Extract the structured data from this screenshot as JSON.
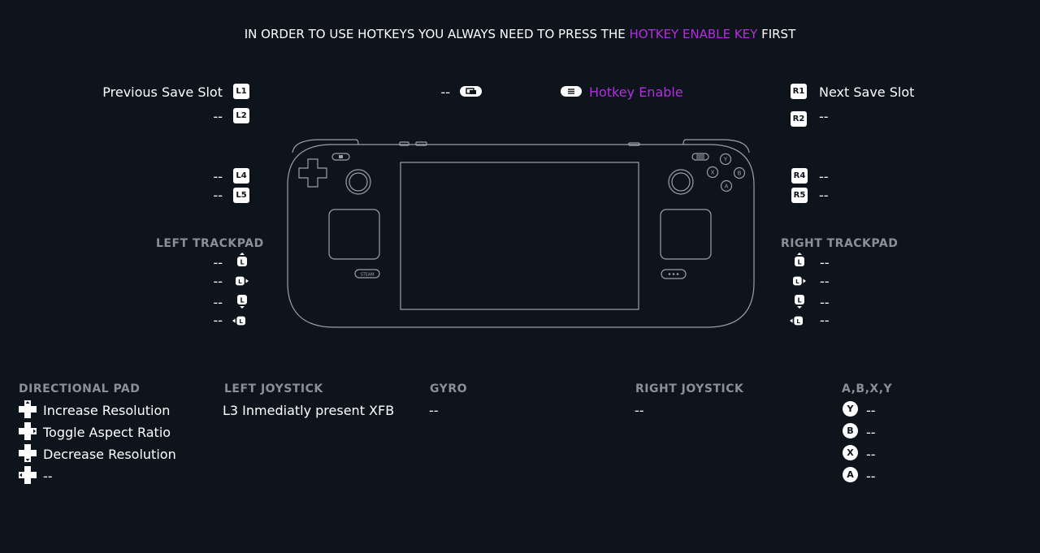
{
  "banner": {
    "prefix": "IN ORDER TO USE HOTKEYS YOU ALWAYS NEED TO PRESS THE ",
    "highlight": "HOTKEY ENABLE KEY",
    "suffix": " FIRST"
  },
  "colors": {
    "background": "#0e141b",
    "accent": "#b42ee0",
    "section": "#8a9099",
    "outline": "#9aa0a8"
  },
  "top": {
    "l1": {
      "key": "L1",
      "label": "Previous Save Slot"
    },
    "l2": {
      "key": "L2",
      "label": "--"
    },
    "view": {
      "icon": "view-button-icon",
      "label": "--"
    },
    "menu": {
      "icon": "menu-button-icon",
      "label": "Hotkey Enable"
    },
    "r1": {
      "key": "R1",
      "label": "Next Save Slot"
    },
    "r2": {
      "key": "R2",
      "label": "--"
    }
  },
  "back": {
    "l4": {
      "key": "L4",
      "label": "--"
    },
    "l5": {
      "key": "L5",
      "label": "--"
    },
    "r4": {
      "key": "R4",
      "label": "--"
    },
    "r5": {
      "key": "R5",
      "label": "--"
    }
  },
  "left_trackpad": {
    "title": "LEFT TRACKPAD",
    "items": [
      {
        "dir": "up",
        "label": "--"
      },
      {
        "dir": "right",
        "label": "--"
      },
      {
        "dir": "down",
        "label": "--"
      },
      {
        "dir": "left",
        "label": "--"
      }
    ]
  },
  "right_trackpad": {
    "title": "RIGHT TRACKPAD",
    "items": [
      {
        "dir": "up",
        "label": "--"
      },
      {
        "dir": "right",
        "label": "--"
      },
      {
        "dir": "down",
        "label": "--"
      },
      {
        "dir": "left",
        "label": "--"
      }
    ]
  },
  "device": {
    "steam_label": "STEAM",
    "face_buttons": [
      "Y",
      "X",
      "B",
      "A"
    ]
  },
  "sections": {
    "dpad": {
      "title": "DIRECTIONAL PAD",
      "items": [
        {
          "dir": "up",
          "label": "Increase Resolution"
        },
        {
          "dir": "right",
          "label": "Toggle Aspect Ratio"
        },
        {
          "dir": "down",
          "label": "Decrease Resolution"
        },
        {
          "dir": "left",
          "label": "--"
        }
      ]
    },
    "left_joystick": {
      "title": "LEFT JOYSTICK",
      "label": "L3 Inmediatly present XFB"
    },
    "gyro": {
      "title": "GYRO",
      "label": "--"
    },
    "right_joystick": {
      "title": "RIGHT JOYSTICK",
      "label": "--"
    },
    "abxy": {
      "title": "A,B,X,Y",
      "items": [
        {
          "key": "Y",
          "label": "--"
        },
        {
          "key": "B",
          "label": "--"
        },
        {
          "key": "X",
          "label": "--"
        },
        {
          "key": "A",
          "label": "--"
        }
      ]
    }
  }
}
